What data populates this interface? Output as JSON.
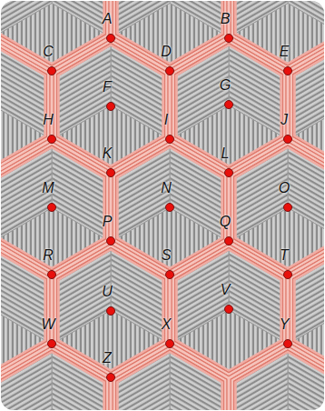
{
  "diagram": {
    "labels": [
      "A",
      "B",
      "C",
      "D",
      "E",
      "F",
      "G",
      "H",
      "I",
      "J",
      "K",
      "L",
      "M",
      "N",
      "O",
      "P",
      "Q",
      "R",
      "S",
      "T",
      "U",
      "V",
      "W",
      "X",
      "Y",
      "Z"
    ]
  }
}
